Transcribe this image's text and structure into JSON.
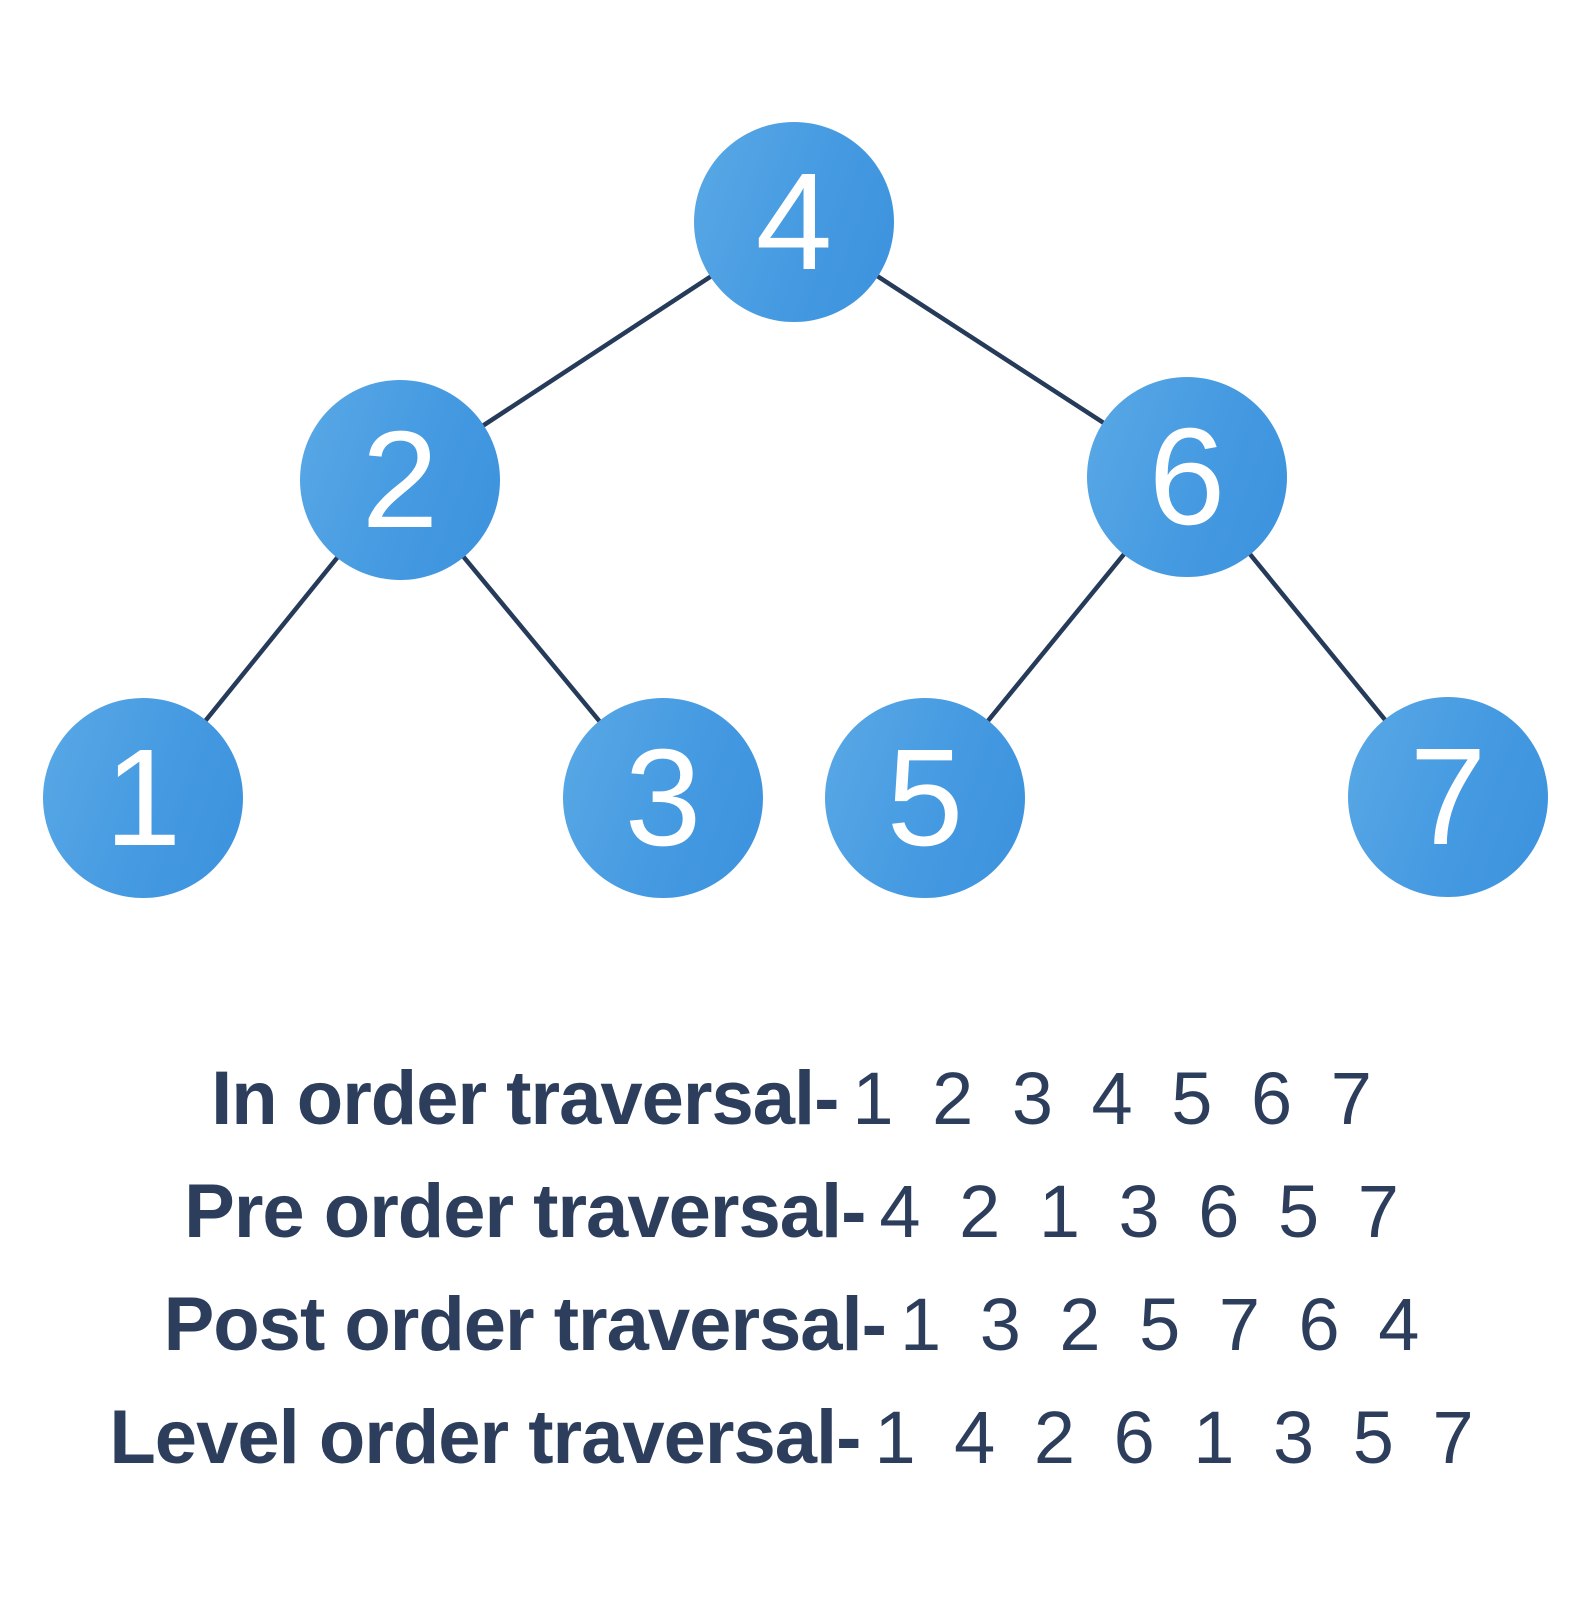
{
  "diagram": {
    "title": "binary-search-tree-traversals",
    "background_color": "#ffffff",
    "node_fill_light": "#5aa9e6",
    "node_fill_dark": "#3b92dd",
    "node_text_color": "#ffffff",
    "edge_color": "#263a5a",
    "text_color": "#2d3e5c"
  },
  "tree": {
    "nodes": [
      {
        "id": "root",
        "value": "4"
      },
      {
        "id": "left",
        "value": "2"
      },
      {
        "id": "right",
        "value": "6"
      },
      {
        "id": "left-left",
        "value": "1"
      },
      {
        "id": "left-right",
        "value": "3"
      },
      {
        "id": "right-left",
        "value": "5"
      },
      {
        "id": "right-right",
        "value": "7"
      }
    ],
    "edges": [
      {
        "from": "4",
        "to": "2"
      },
      {
        "from": "4",
        "to": "6"
      },
      {
        "from": "2",
        "to": "1"
      },
      {
        "from": "2",
        "to": "3"
      },
      {
        "from": "6",
        "to": "5"
      },
      {
        "from": "6",
        "to": "7"
      }
    ]
  },
  "traversals": [
    {
      "label": "In order traversal-",
      "sequence": "1 2 3 4 5 6 7"
    },
    {
      "label": "Pre order traversal-",
      "sequence": "4 2 1 3 6 5 7"
    },
    {
      "label": "Post order traversal-",
      "sequence": "1 3 2 5 7 6 4"
    },
    {
      "label": "Level order traversal-",
      "sequence": "1 4 2 6 1 3 5 7"
    }
  ]
}
